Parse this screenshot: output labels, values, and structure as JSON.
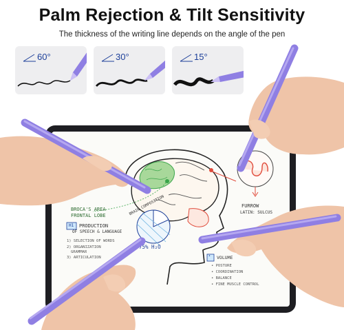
{
  "header": {
    "title": "Palm Rejection & Tilt Sensitivity",
    "subtitle": "The thickness of the writing line depends on the angle of the pen"
  },
  "tilt_cards": [
    {
      "angle": "60°"
    },
    {
      "angle": "30°"
    },
    {
      "angle": "15°"
    }
  ],
  "sketch": {
    "labels": {
      "brocas_area": "BROCA'S AREA",
      "frontal_lobe": "FRONTAL LOBE",
      "h1": "H1",
      "production": "PRODUCTION",
      "speech": "OF SPEECH & LANGUAGE",
      "item1": "1) SELECTION OF WORDS",
      "item2": "2) ORGANIZATION",
      "item2b": "GRAMMAR",
      "item3": "3) ARTICULATION",
      "brain_composition": "BRAIN COMPOSITION",
      "h2o": "75% H₂O",
      "furrow": "FURROW",
      "latin": "LATIN: SULCUS",
      "volume": "VOLUME",
      "posture": "• POSTURE",
      "coordination": "• COORDINATION",
      "balance": "• BALANCE",
      "fine_muscle": "• FINE MUSCLE CONTROL",
      "bullet": "•"
    }
  },
  "colors": {
    "pen": "#8f7fe3",
    "pen_dark": "#6d5cc9",
    "tablet_bezel": "#1e1e22",
    "ink": "#1c3f99",
    "accent_green": "#3aa54a",
    "accent_red": "#e04a3a",
    "accent_blue": "#6ab2e0",
    "skin": "#efc4a8"
  }
}
